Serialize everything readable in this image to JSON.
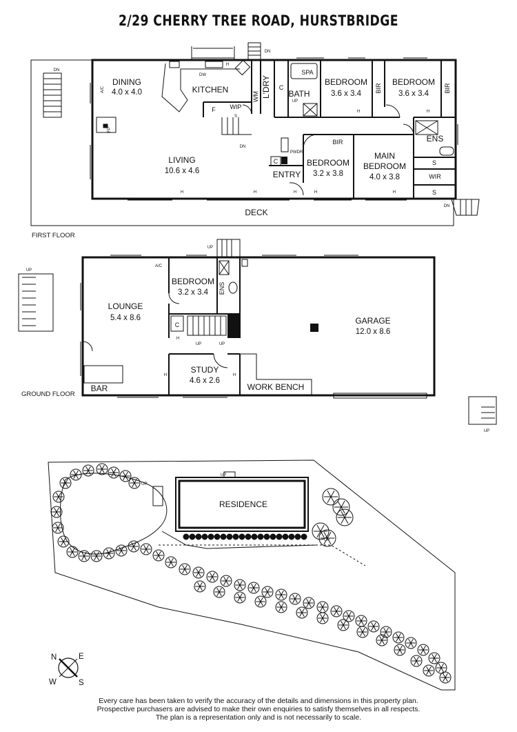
{
  "title": "2/29 CHERRY TREE ROAD, HURSTBRIDGE",
  "first_floor": {
    "label": "FIRST FLOOR",
    "rooms": {
      "dining": {
        "name": "DINING",
        "dims": "4.0 x 4.0"
      },
      "kitchen": {
        "name": "KITCHEN"
      },
      "living": {
        "name": "LIVING",
        "dims": "10.6 x 4.6"
      },
      "laundry": {
        "name": "L'DRY"
      },
      "wm": {
        "name": "WM"
      },
      "wip": {
        "name": "WIP"
      },
      "fridge": {
        "name": "F"
      },
      "bath": {
        "name": "BATH"
      },
      "spa": {
        "name": "SPA"
      },
      "bedroom1": {
        "name": "BEDROOM",
        "dims": "3.6 x 3.4"
      },
      "bedroom2": {
        "name": "BEDROOM",
        "dims": "3.6 x 3.4"
      },
      "bedroom3": {
        "name": "BEDROOM",
        "dims": "3.2 x 3.8"
      },
      "main_bedroom": {
        "name": "MAIN BEDROOM",
        "line1": "MAIN",
        "line2": "BEDROOM",
        "dims": "4.0 x 3.8"
      },
      "ens": {
        "name": "ENS"
      },
      "wir": {
        "name": "WIR"
      },
      "entry": {
        "name": "ENTRY"
      },
      "pwdr": {
        "name": "PWDR"
      },
      "deck": {
        "name": "DECK"
      }
    },
    "marks": {
      "bir": "BIR",
      "c": "C",
      "s": "S",
      "h": "H",
      "dn": "DN",
      "up": "UP",
      "ac": "A/C",
      "fp": "FP",
      "dw": "DW"
    }
  },
  "ground_floor": {
    "label": "GROUND FLOOR",
    "rooms": {
      "lounge": {
        "name": "LOUNGE",
        "dims": "5.4 x 8.6"
      },
      "bedroom": {
        "name": "BEDROOM",
        "dims": "3.2 x 3.4"
      },
      "ens": {
        "name": "ENS"
      },
      "garage": {
        "name": "GARAGE",
        "dims": "12.0 x 8.6"
      },
      "study": {
        "name": "STUDY",
        "dims": "4.6 x 2.6"
      },
      "bar": {
        "name": "BAR"
      },
      "work_bench": {
        "name": "WORK BENCH"
      }
    }
  },
  "site": {
    "residence": "RESIDENCE"
  },
  "compass": {
    "n": "N",
    "e": "E",
    "w": "W",
    "s": "S"
  },
  "disclaimer": [
    "Every care has been taken to verify the accuracy of the details and dimensions in this property plan.",
    "Prospective purchasers are advised to make their own enquiries to satisfy themselves in all respects.",
    "The plan is a representation only and is not necessarily to scale."
  ]
}
